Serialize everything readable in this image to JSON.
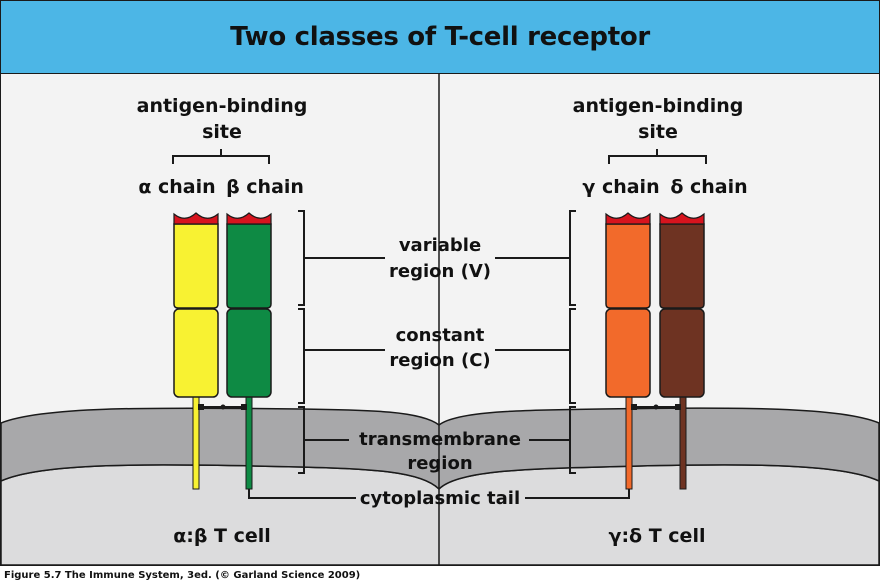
{
  "title": "Two classes of T-cell receptor",
  "left": {
    "antigen_site_line1": "antigen-binding",
    "antigen_site_line2": "site",
    "chain1_label": "α chain",
    "chain2_label": "β chain",
    "cell_label": "α:β T cell",
    "colors": {
      "chain1": "#f8f232",
      "chain2": "#0e8a44"
    }
  },
  "right": {
    "antigen_site_line1": "antigen-binding",
    "antigen_site_line2": "site",
    "chain1_label": "γ chain",
    "chain2_label": "δ chain",
    "cell_label": "γ:δ T cell",
    "colors": {
      "chain1": "#f26a2b",
      "chain2": "#6e3322"
    }
  },
  "regions": {
    "variable_line1": "variable",
    "variable_line2": "region (V)",
    "constant_line1": "constant",
    "constant_line2": "region (C)",
    "transmembrane_line1": "transmembrane",
    "transmembrane_line2": "region",
    "cytoplasmic": "cytoplasmic tail"
  },
  "colors": {
    "header": "#4cb6e6",
    "membrane": "#a8a8aa",
    "cytoplasm": "#dcdcdd",
    "binding_tip": "#d7141e"
  },
  "caption": "Figure 5.7  The Immune System, 3ed. (© Garland Science 2009)"
}
